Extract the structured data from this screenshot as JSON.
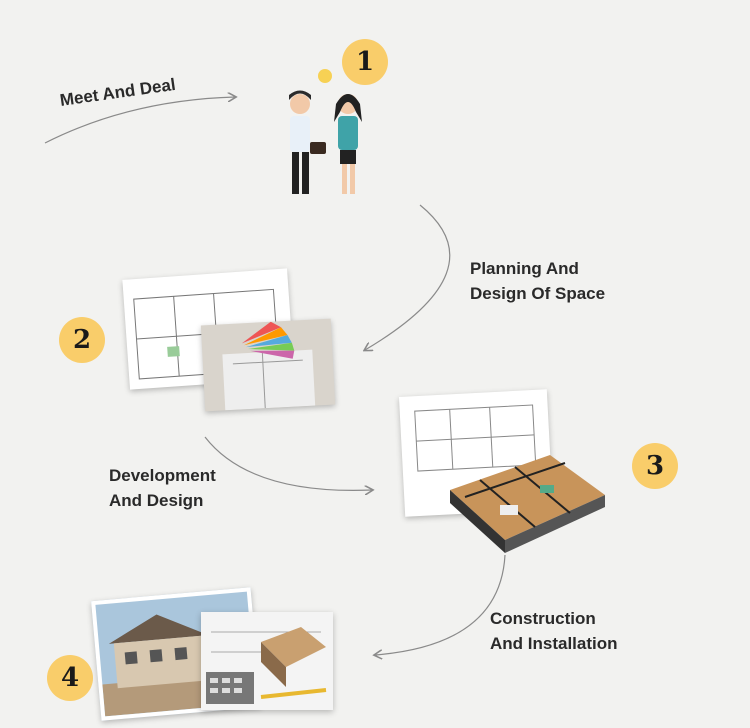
{
  "steps": [
    {
      "number": "1",
      "label_lines": [
        "Meet And Deal"
      ]
    },
    {
      "number": "2",
      "label_lines": [
        "Planning And",
        "Design Of Space"
      ]
    },
    {
      "number": "3",
      "label_lines": [
        "Development",
        "And Design"
      ]
    },
    {
      "number": "4",
      "label_lines": [
        "Construction",
        "And Installation"
      ]
    }
  ],
  "colors": {
    "badge": "#f9cd6a",
    "background": "#f2f2f0",
    "arrow": "#8a8a8a"
  }
}
